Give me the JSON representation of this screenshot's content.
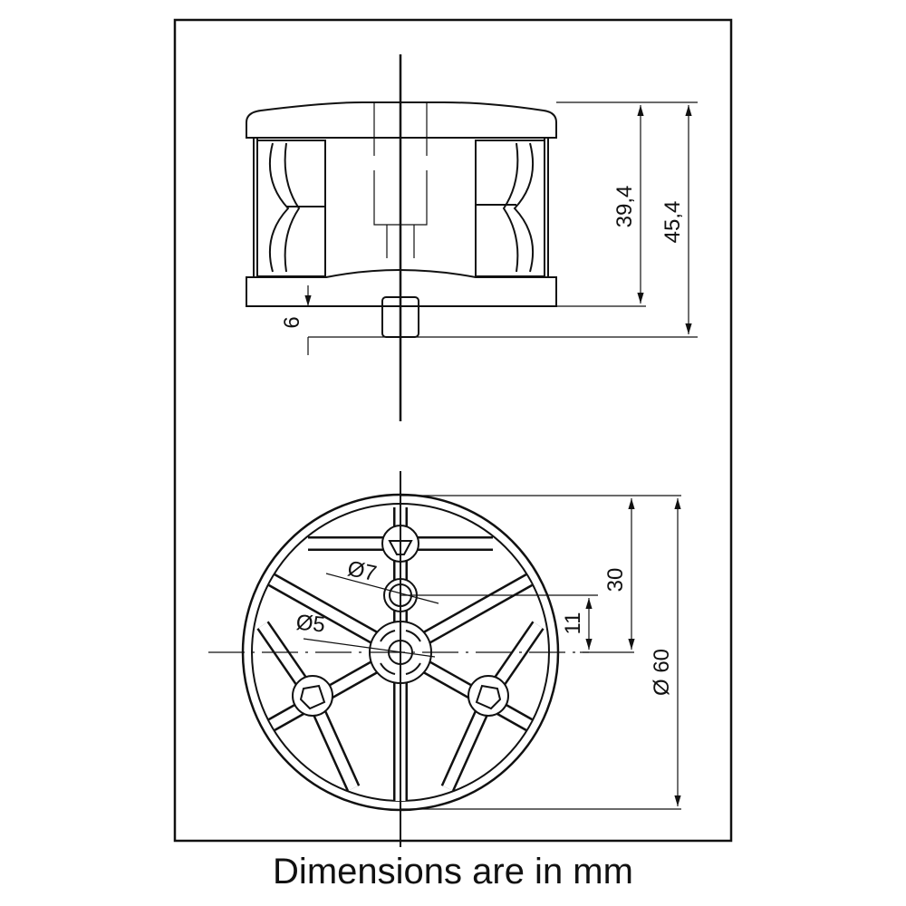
{
  "caption": "Dimensions are in mm",
  "side_view": {
    "dim_body_height": "39,4",
    "dim_total_height": "45,4",
    "dim_plug": "6"
  },
  "bottom_view": {
    "dim_hole_small": "Ø7",
    "dim_hole_center": "Ø5",
    "dim_offset": "11",
    "dim_radius": "30",
    "dim_diameter": "Ø 60"
  },
  "colors": {
    "line": "#111111",
    "background": "#ffffff"
  }
}
